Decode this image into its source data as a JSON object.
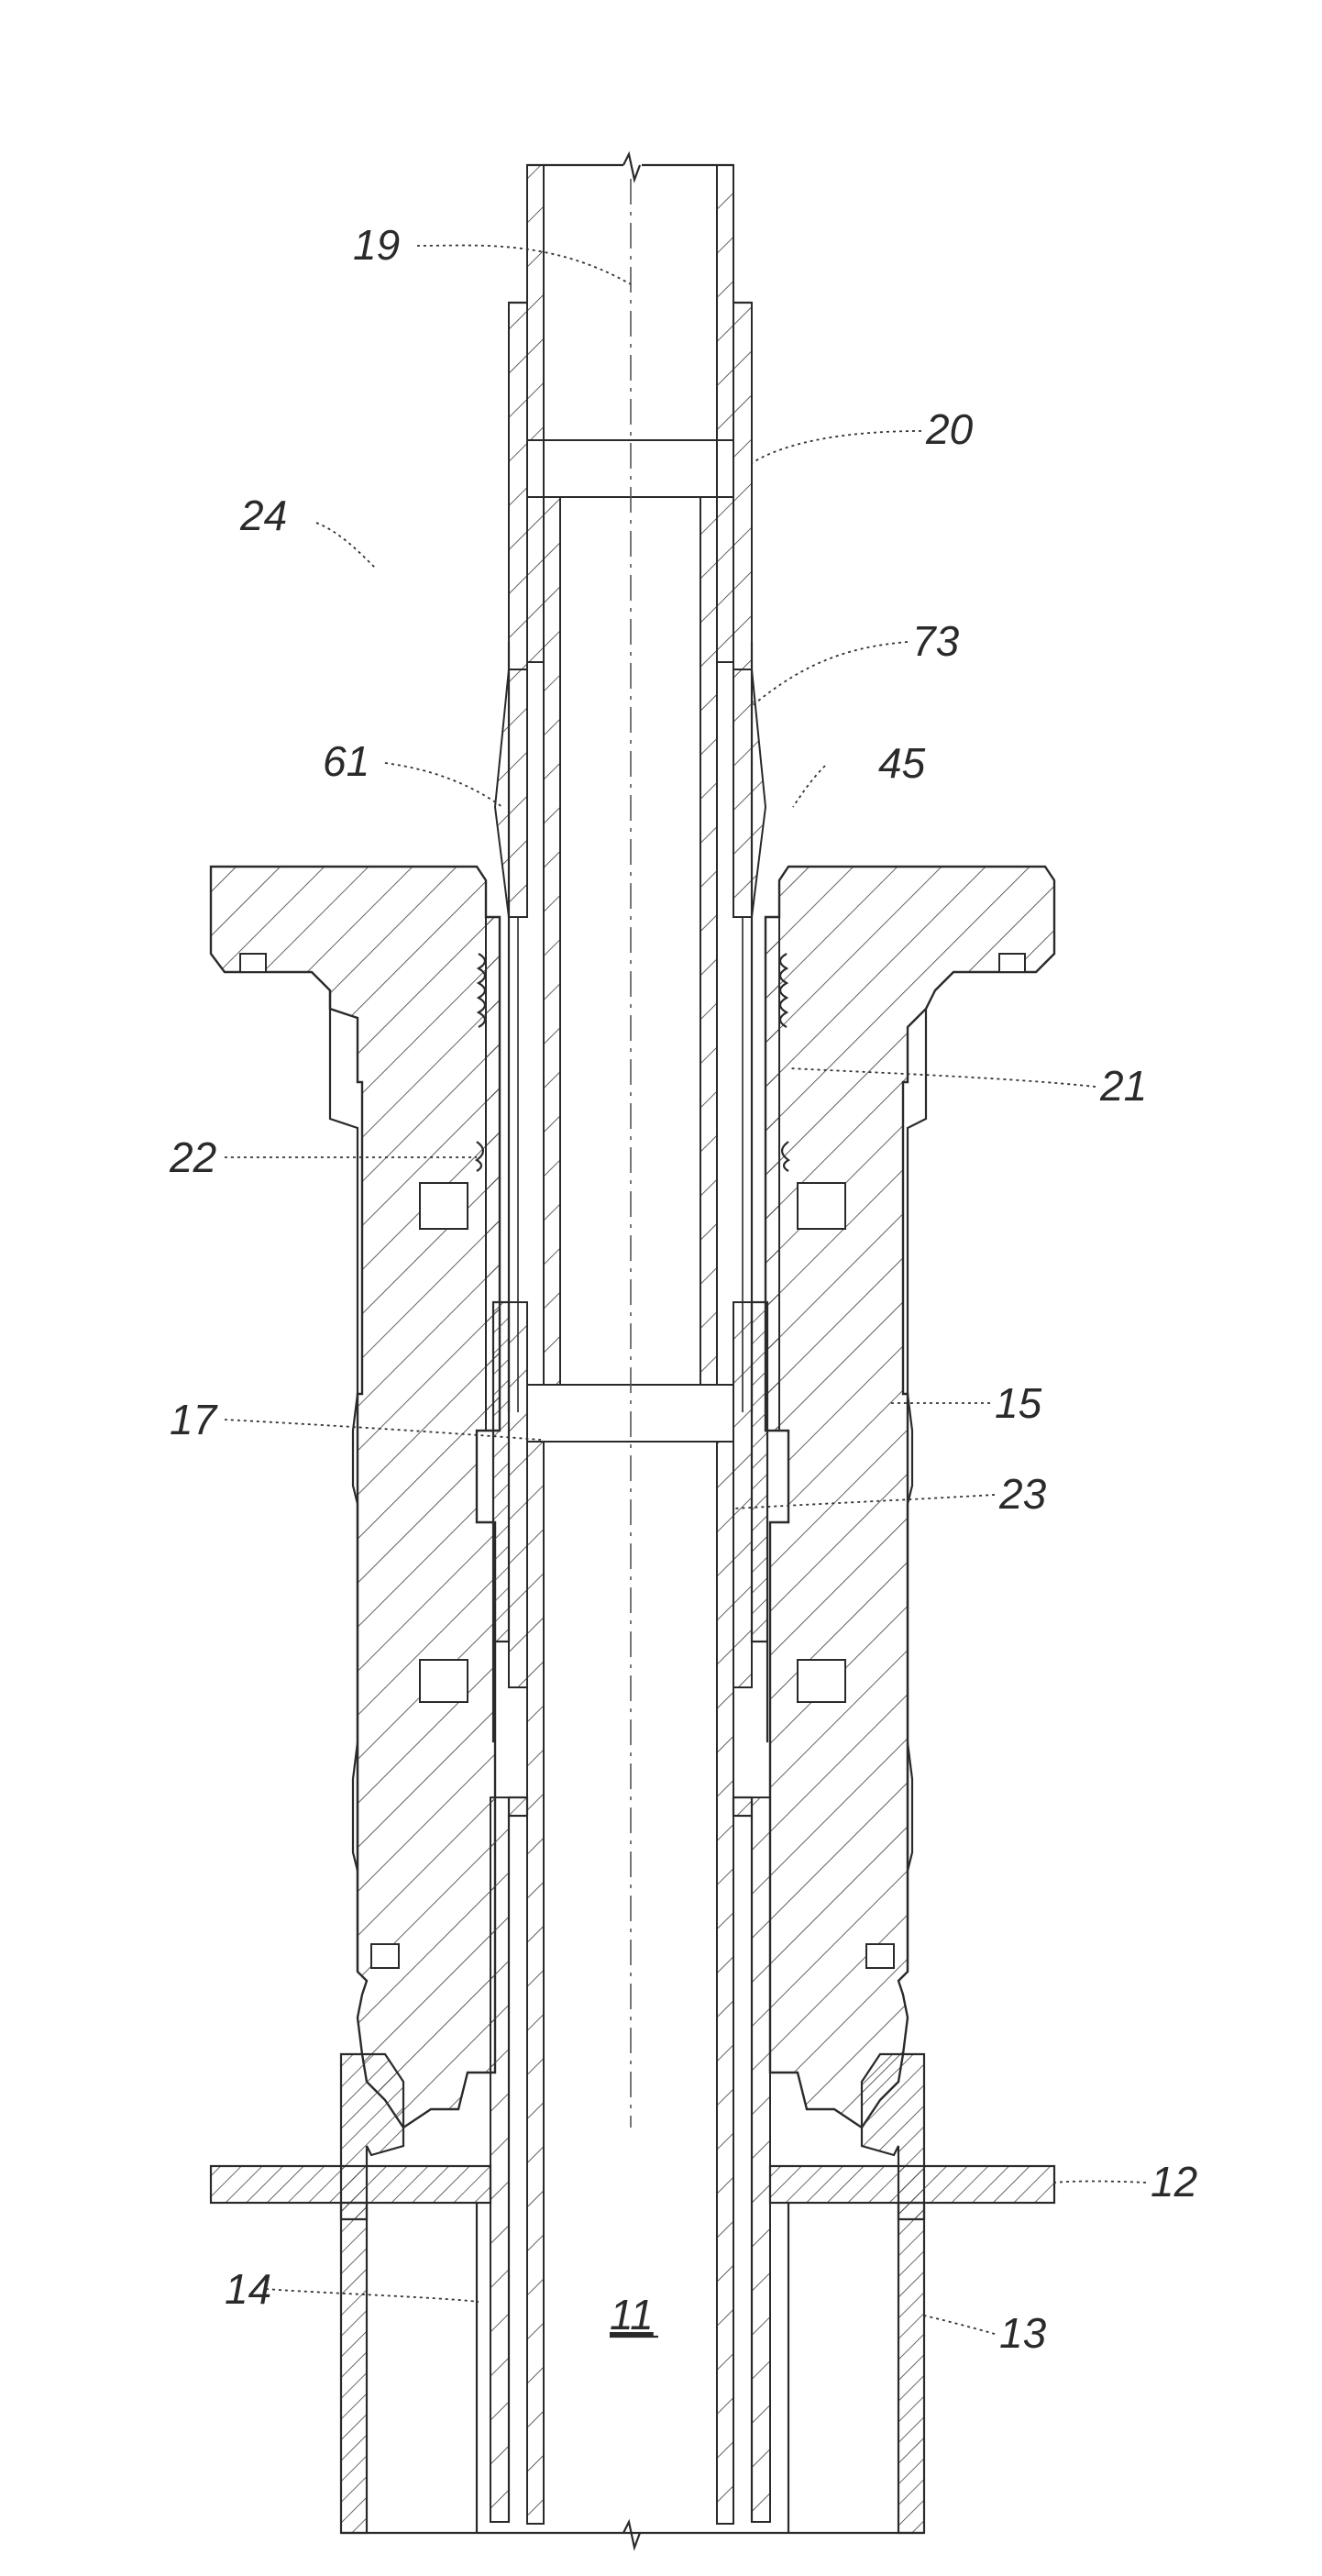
{
  "figure": {
    "callouts": [
      {
        "id": "ref-19",
        "text": "19"
      },
      {
        "id": "ref-20",
        "text": "20"
      },
      {
        "id": "ref-24",
        "text": "24"
      },
      {
        "id": "ref-73",
        "text": "73"
      },
      {
        "id": "ref-61",
        "text": "61"
      },
      {
        "id": "ref-45",
        "text": "45"
      },
      {
        "id": "ref-21",
        "text": "21"
      },
      {
        "id": "ref-22",
        "text": "22"
      },
      {
        "id": "ref-17",
        "text": "17"
      },
      {
        "id": "ref-15",
        "text": "15"
      },
      {
        "id": "ref-23",
        "text": "23"
      },
      {
        "id": "ref-12",
        "text": "12"
      },
      {
        "id": "ref-14",
        "text": "14"
      },
      {
        "id": "ref-13",
        "text": "13"
      },
      {
        "id": "ref-11",
        "text": "11"
      }
    ]
  }
}
